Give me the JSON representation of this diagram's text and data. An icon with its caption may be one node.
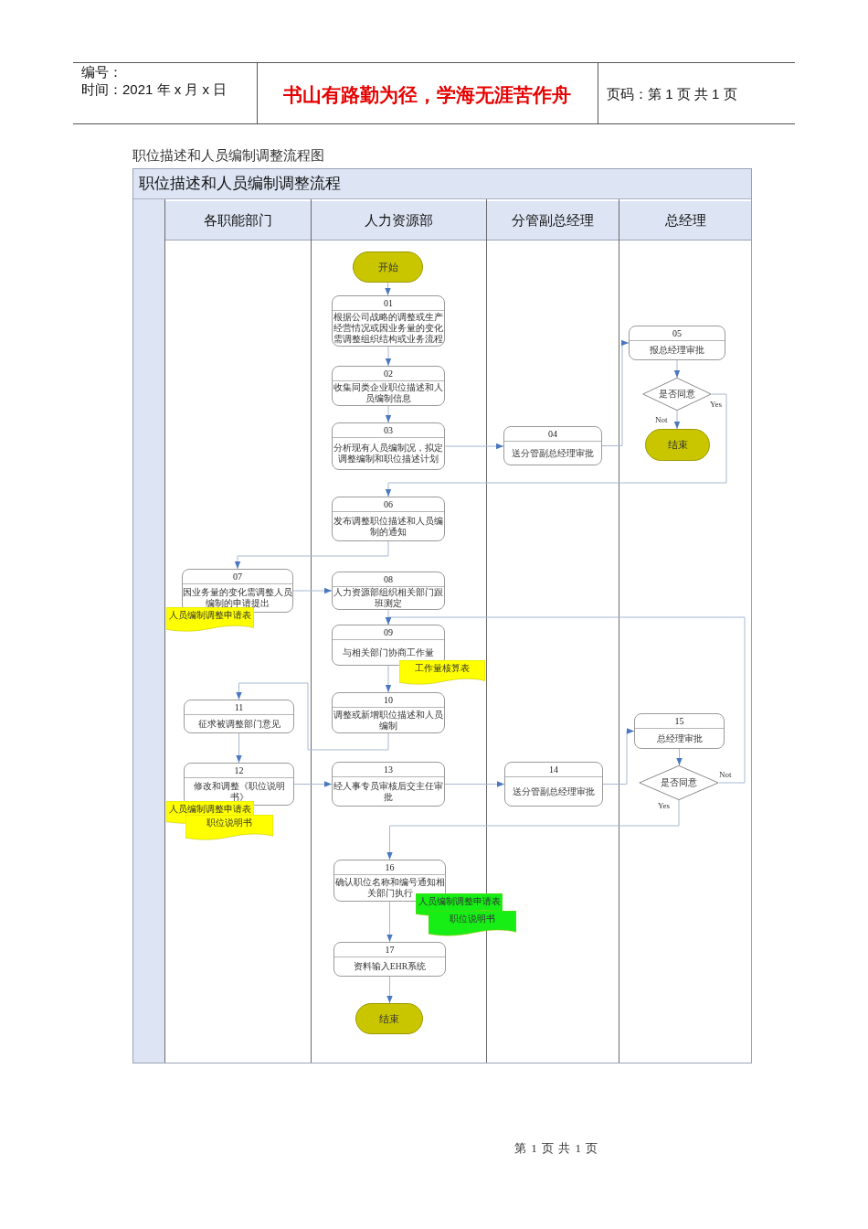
{
  "diagram": {
    "title": "职位描述和人员编制调整流程图",
    "nodes": [
      {
        "text": [
          "职位描述和人员编制调整流程"
        ]
      },
      {
        "text": [
          "各职能部门"
        ],
        "in": 0
      },
      {
        "text": [
          "人力资源部"
        ],
        "in": 0
      },
      {
        "text": [
          "分管副总经理"
        ],
        "in": 0
      },
      {
        "text": [
          "总经理"
        ],
        "in": 0
      },
      {
        "text": [
          "开始"
        ],
        "in": 2
      },
      {
        "text": [
          "01",
          "根据公司战略的调整或生产经营情况或因业务量的变化需调整组织结构或业务流程"
        ],
        "in": 2
      },
      {
        "text": [
          "05",
          "报总经理审批"
        ],
        "in": 4
      },
      {
        "text": [
          "是否同意"
        ],
        "in": 4
      },
      {
        "text": [
          "02",
          "收集同类企业职位描述和人员编制信息"
        ],
        "in": 2
      },
      {
        "text": [
          "结束"
        ],
        "in": 4
      },
      {
        "text": [
          "03",
          "分析现有人员编制况，拟定调整编制和职位描述计划"
        ],
        "in": 2
      },
      {
        "text": [
          "04",
          "送分管副总经理审批"
        ],
        "in": 3
      },
      {
        "text": [
          "06",
          "发布调整职位描述和人员编制的通知"
        ],
        "in": 2
      },
      {
        "text": [
          "07",
          "因业务量的变化需调整人员编制的申请提出"
        ],
        "in": 1
      },
      {
        "text": [
          "人员编制调整申请表"
        ],
        "in": 1
      },
      {
        "text": [
          "08",
          "人力资源部组织相关部门跟班测定"
        ],
        "in": 2
      },
      {
        "text": [
          "09",
          "与相关部门协商工作量"
        ],
        "in": 2
      },
      {
        "text": [
          "工作量核算表"
        ],
        "in": 2
      },
      {
        "text": [
          "10",
          "调整或新增职位描述和人员编制"
        ],
        "in": 2
      },
      {
        "text": [
          "11",
          "征求被调整部门意见"
        ],
        "in": 1
      },
      {
        "text": [
          "15",
          "总经理审批"
        ],
        "in": 4
      },
      {
        "text": [
          "12",
          "修改和调整《职位说明书》"
        ],
        "in": 1
      },
      {
        "text": [
          "13",
          "经人事专员审核后交主任审批"
        ],
        "in": 2
      },
      {
        "text": [
          "14",
          "送分管副总经理审批"
        ],
        "in": 3
      },
      {
        "text": [
          "是否同意"
        ],
        "in": 4
      },
      {
        "text": [
          "人员编制调整申请表"
        ],
        "in": 1
      },
      {
        "text": [
          "职位说明书"
        ],
        "in": 1
      },
      {
        "text": [
          "16",
          "确认职位名称和编号通知相关部门执行"
        ],
        "in": 2
      },
      {
        "text": [
          "人员编制调整申请表"
        ],
        "in": 0
      },
      {
        "text": [
          "职位说明书"
        ],
        "in": 0
      },
      {
        "text": [
          "17",
          "资料输入EHR系统"
        ],
        "in": 2
      },
      {
        "text": [
          "结束"
        ],
        "in": 2
      }
    ],
    "edges": [
      {
        "from": 5,
        "to": 6,
        "arrow": "to"
      },
      {
        "from": 6,
        "to": 9,
        "arrow": "to"
      },
      {
        "from": 9,
        "to": 11,
        "arrow": "to"
      },
      {
        "from": 11,
        "to": 12,
        "arrow": "to"
      },
      {
        "from": 12,
        "to": 7,
        "arrow": "to"
      },
      {
        "from": 7,
        "to": 8,
        "arrow": "to"
      },
      {
        "from": 8,
        "to": 10,
        "arrow": "to",
        "label": "Not"
      },
      {
        "from": 8,
        "to": 13,
        "arrow": "to",
        "label": "Yes"
      },
      {
        "from": 13,
        "to": 14,
        "arrow": "to"
      },
      {
        "from": 14,
        "to": 16,
        "arrow": "to"
      },
      {
        "from": 16,
        "to": 17,
        "arrow": "to"
      },
      {
        "from": 17,
        "to": 19,
        "arrow": "to"
      },
      {
        "from": 19,
        "to": 20,
        "arrow": "to"
      },
      {
        "from": 20,
        "to": 22,
        "arrow": "to"
      },
      {
        "from": 22,
        "to": 23,
        "arrow": "to"
      },
      {
        "from": 23,
        "to": 24,
        "arrow": "to"
      },
      {
        "from": 24,
        "to": 21,
        "arrow": "to"
      },
      {
        "from": 21,
        "to": 25,
        "arrow": "to"
      },
      {
        "from": 25,
        "to": 17,
        "arrow": "to",
        "label": "Not"
      },
      {
        "from": 25,
        "to": 28,
        "arrow": "to",
        "label": "Yes"
      },
      {
        "from": 28,
        "to": 31,
        "arrow": "to"
      },
      {
        "from": 31,
        "to": 32,
        "arrow": "to"
      }
    ],
    "labels": [
      "编号：",
      "时间：2021 年 x 月 x 日",
      "书山有路勤为径，学海无涯苦作舟",
      "页码：第 1 页 共 1 页",
      "第 1 页 共 1 页"
    ]
  }
}
